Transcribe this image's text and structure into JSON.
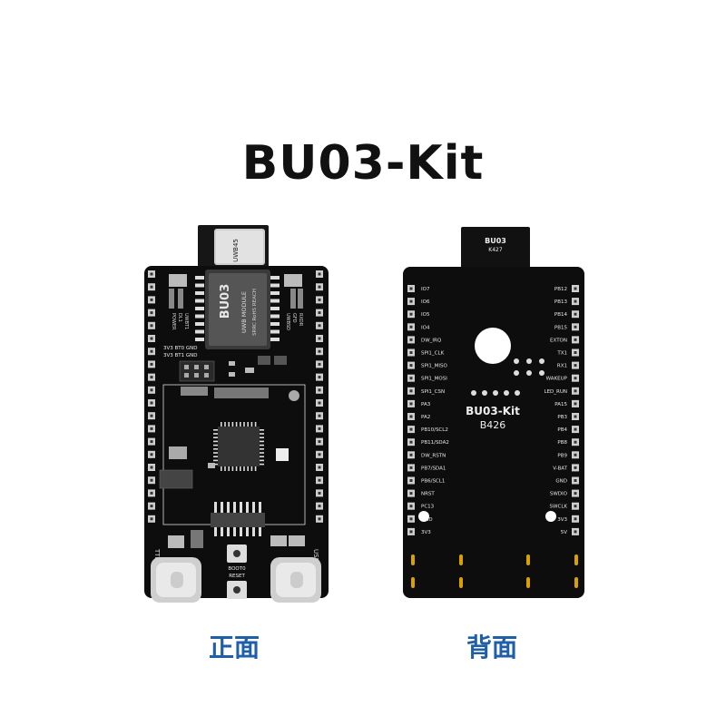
{
  "title": "BU03-Kit",
  "captions": {
    "front": "正面",
    "back": "背面"
  },
  "front": {
    "antenna_label": "UWB45",
    "module_name": "BU03",
    "module_sub1": "UWB MODULE",
    "module_sub2": "SRRC RoHS REACH",
    "left_labels": [
      "POWER",
      "DL1",
      "UWBT1"
    ],
    "right_labels": [
      "UWBSD",
      "GFD",
      "RXDR"
    ],
    "header_row1": "3V3  BT0  GND",
    "header_row2": "3V3  BT1  GND",
    "ttl_label": "TTL",
    "usb_label": "USB",
    "boot_label": "BOOT0",
    "reset_label": "RESET"
  },
  "back": {
    "tab_title": "BU03",
    "tab_code": "K427",
    "left_pins": [
      "IO7",
      "IO6",
      "IO5",
      "IO4",
      "DW_IRQ",
      "SPI1_CLK",
      "SPI1_MISO",
      "SPI1_MOSI",
      "SPI1_CSN",
      "PA3",
      "PA2",
      "PB10/SCL2",
      "PB11/SDA2",
      "DW_RSTN",
      "PB7/SDA1",
      "PB6/SCL1",
      "NRST",
      "PC13",
      "GND",
      "3V3"
    ],
    "right_pins": [
      "PB12",
      "PB13",
      "PB14",
      "PB15",
      "EXTON",
      "TX1",
      "RX1",
      "WAKEUP",
      "LED_RUN",
      "PA15",
      "PB3",
      "PB4",
      "PB8",
      "PB9",
      "V-BAT",
      "GND",
      "SWDIO",
      "SWCLK",
      "3V3",
      "5V"
    ],
    "board_name": "BU03-Kit",
    "board_code": "B426"
  }
}
